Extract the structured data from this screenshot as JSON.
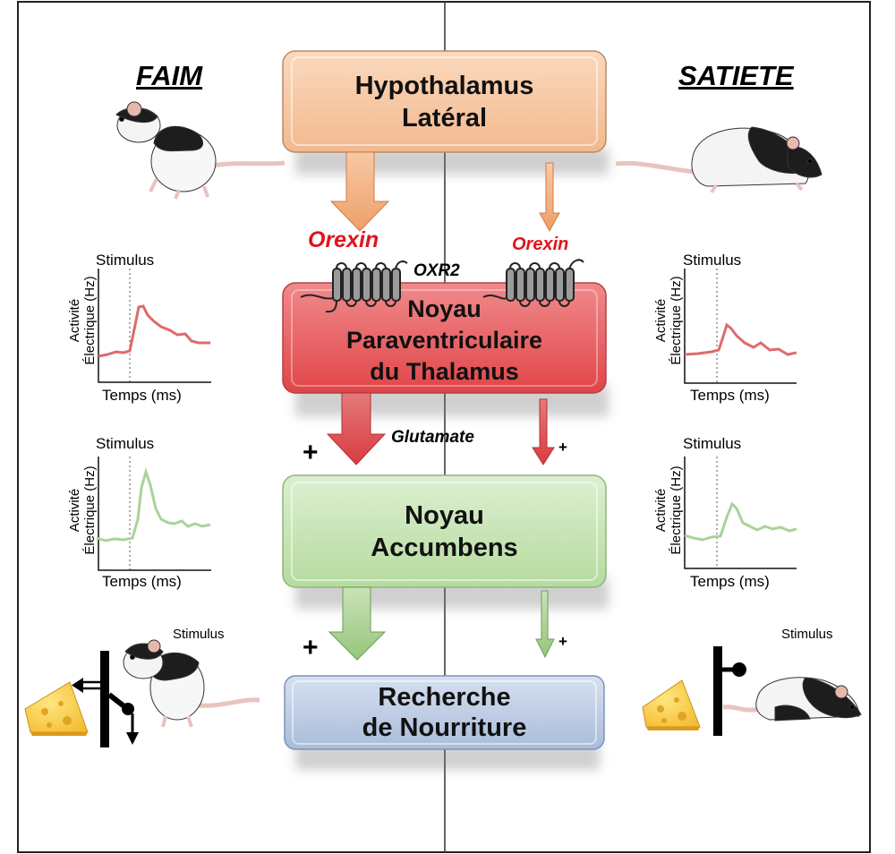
{
  "headers": {
    "left": "FAIM",
    "right": "SATIETE"
  },
  "boxes": {
    "hypothalamus": [
      "Hypothalamus",
      "Latéral"
    ],
    "pvt": [
      "Noyau",
      "Paraventriculaire",
      "du Thalamus"
    ],
    "accumbens": [
      "Noyau",
      "Accumbens"
    ],
    "food_seeking": [
      "Recherche",
      "de Nourriture"
    ]
  },
  "labels": {
    "orexin_left": "Orexin",
    "orexin_right": "Orexin",
    "receptor": "OXR2",
    "glutamate": "Glutamate",
    "plus_big": "+",
    "plus_small": "+"
  },
  "plots": {
    "stimulus": "Stimulus",
    "ylabel_line1": "Activité",
    "ylabel_line2": "Électrique (Hz)",
    "xlabel": "Temps (ms)"
  },
  "behavior": {
    "stimulus_left": "Stimulus",
    "stimulus_right": "Stimulus"
  },
  "colors": {
    "hypothalamus": "#f6c7a2",
    "pvt": "#e8565a",
    "accumbens": "#c6e3b4",
    "food_seeking": "#b9c9e2",
    "red_trace": "#e06a6a",
    "green_trace": "#a9d39a",
    "orexin_text": "#e0141b",
    "receptor": "#9b9b9b"
  }
}
